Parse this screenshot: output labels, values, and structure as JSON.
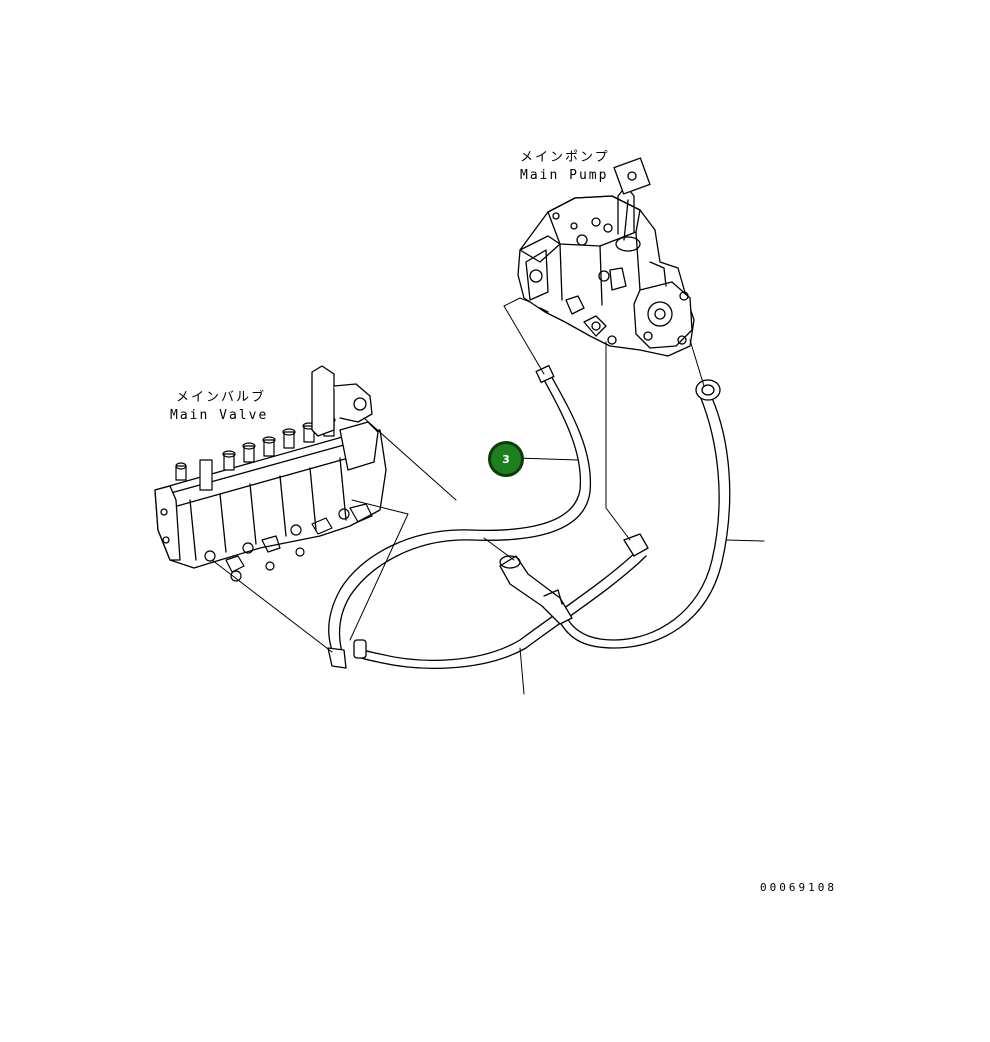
{
  "labels": {
    "main_pump_jp": "メインポンプ",
    "main_pump_en": "Main Pump",
    "main_valve_jp": "メインバルブ",
    "main_valve_en": "Main Valve"
  },
  "callouts": [
    {
      "number": "3",
      "color": "#1e7f1e"
    }
  ],
  "reference_number": "00069108"
}
